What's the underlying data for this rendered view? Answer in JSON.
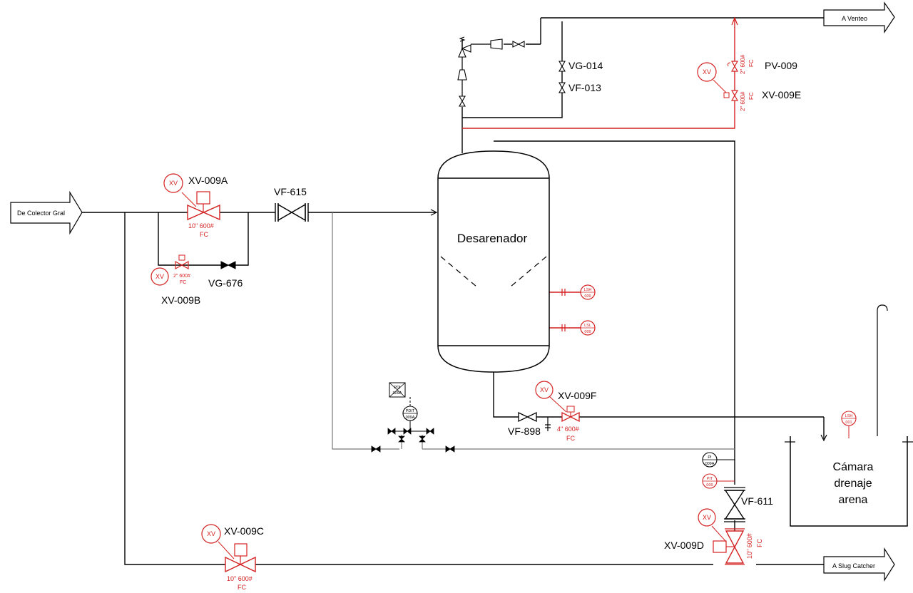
{
  "colors": {
    "instrument": "#d42020",
    "line": "#000000",
    "utility": "#777777"
  },
  "arrows": {
    "inlet": "De Colector Gral",
    "vent": "A Venteo",
    "slug": "A Slug Catcher"
  },
  "vessel": {
    "name": "Desarenador"
  },
  "chamber": {
    "line1": "Cámara",
    "line2": "drenaje",
    "line3": "arena"
  },
  "valves": {
    "xv009a": {
      "tag": "XV-009A",
      "spec": "10\" 600#",
      "fc": "FC",
      "bubble": "XV"
    },
    "xv009b": {
      "tag": "XV-009B",
      "spec": "2\" 600#",
      "fc": "FC",
      "bubble": "XV"
    },
    "xv009c": {
      "tag": "XV-009C",
      "spec": "10\" 600#",
      "fc": "FC",
      "bubble": "XV"
    },
    "xv009d": {
      "tag": "XV-009D",
      "spec": "10\" 600#",
      "fc": "FC",
      "bubble": "XV"
    },
    "xv009e": {
      "tag": "XV-009E",
      "spec": "2\" 600#",
      "fc": "FC",
      "bubble": "XV"
    },
    "xv009f": {
      "tag": "XV-009F",
      "spec": "4\" 600#",
      "fc": "FC",
      "bubble": "XV"
    },
    "pv009": {
      "tag": "PV-009",
      "spec": "2\" 600#",
      "fc": "FC"
    },
    "vf615": {
      "tag": "VF-615"
    },
    "vg676": {
      "tag": "VG-676"
    },
    "vg014": {
      "tag": "VG-014"
    },
    "vf013": {
      "tag": "VF-013"
    },
    "vf898": {
      "tag": "VF-898"
    },
    "vf611": {
      "tag": "VF-611"
    }
  },
  "instruments": {
    "lsh009": {
      "top": "LSH",
      "bottom": "009"
    },
    "lsl009": {
      "top": "LSL",
      "bottom": "009"
    },
    "lsh001": {
      "top": "LSH",
      "bottom": "001"
    },
    "pi009a": {
      "top": "PI",
      "bottom": "009A"
    },
    "pit009": {
      "top": "PIT",
      "bottom": "009"
    },
    "pdit009a": {
      "top": "PDIT",
      "bottom": "009A"
    },
    "pdi009a": {
      "top": "PDI",
      "bottom": "009A"
    }
  }
}
